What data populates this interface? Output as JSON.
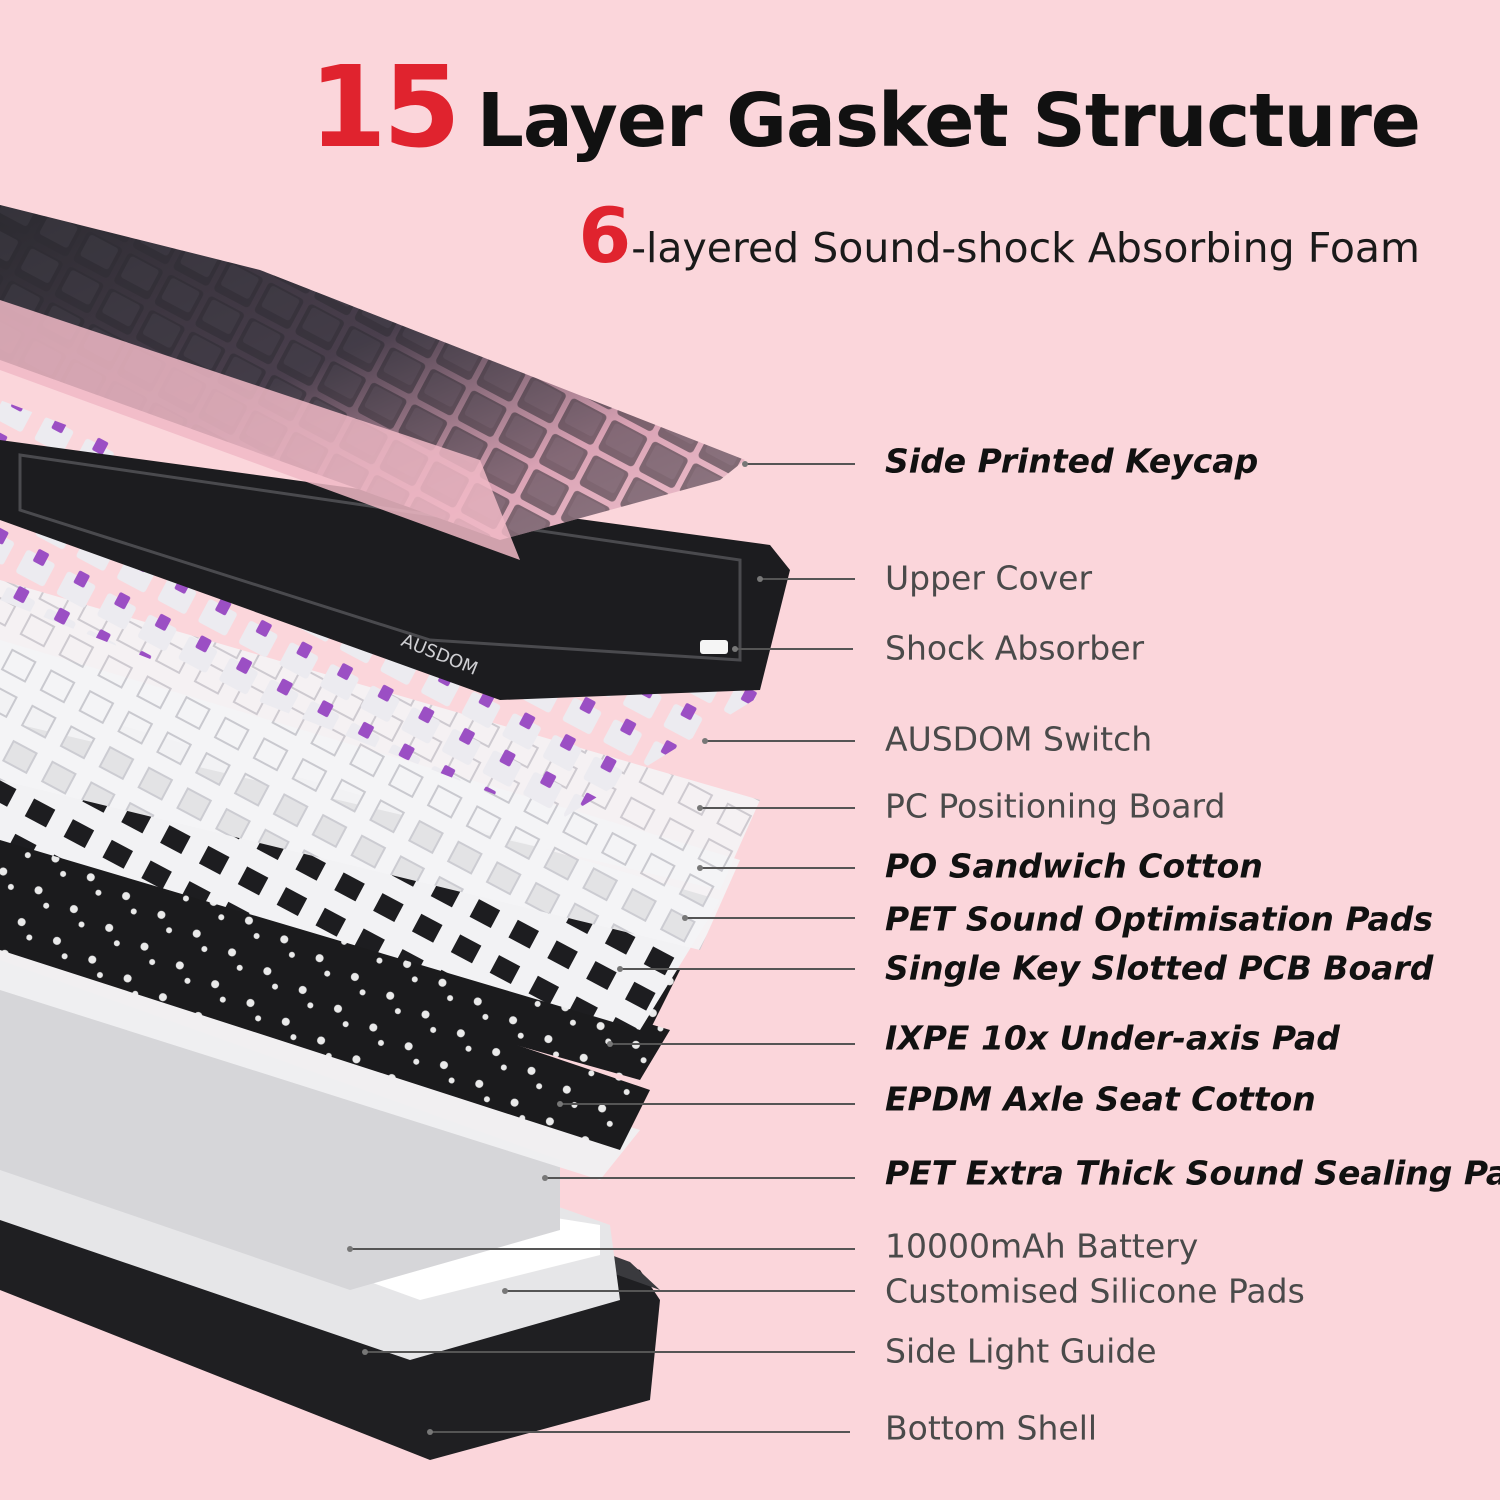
{
  "header": {
    "title_number": "15",
    "title_text": "Layer Gasket Structure",
    "subtitle_number": "6",
    "subtitle_text": "-layered Sound-shock Absorbing Foam"
  },
  "brand_mark": "AUSDOM",
  "layers": [
    {
      "label": "Side Printed Keycap",
      "emphasis": true
    },
    {
      "label": "Upper Cover",
      "emphasis": false
    },
    {
      "label": "Shock Absorber",
      "emphasis": false
    },
    {
      "label": "AUSDOM Switch",
      "emphasis": false
    },
    {
      "label": "PC Positioning Board",
      "emphasis": false
    },
    {
      "label": "PO Sandwich Cotton",
      "emphasis": true
    },
    {
      "label": "PET Sound Optimisation Pads",
      "emphasis": true
    },
    {
      "label": "Single Key Slotted PCB Board",
      "emphasis": true
    },
    {
      "label": "IXPE 10x Under-axis Pad",
      "emphasis": true
    },
    {
      "label": "EPDM Axle Seat Cotton",
      "emphasis": true
    },
    {
      "label": "PET Extra Thick Sound Sealing Pad",
      "emphasis": true
    },
    {
      "label": "10000mAh Battery",
      "emphasis": false
    },
    {
      "label": "Customised Silicone Pads",
      "emphasis": false
    },
    {
      "label": "Side Light Guide",
      "emphasis": false
    },
    {
      "label": "Bottom Shell",
      "emphasis": false
    }
  ],
  "colors": {
    "background": "#fbd6db",
    "accent": "#e0232e",
    "text": "#111111"
  }
}
